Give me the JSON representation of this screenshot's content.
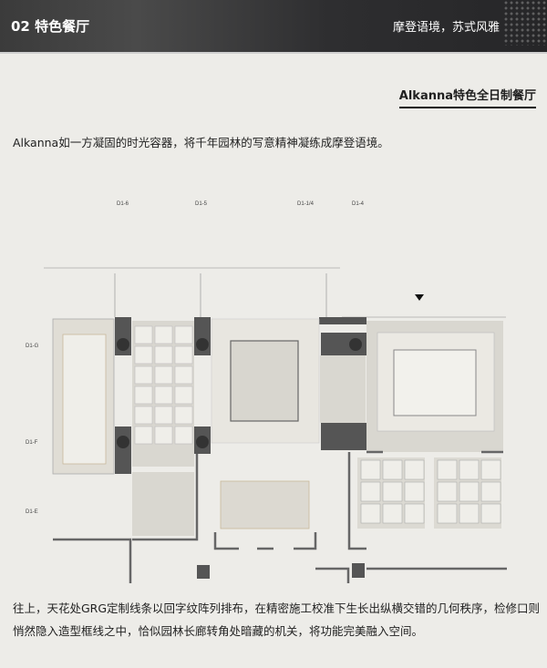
{
  "header": {
    "title": "02 特色餐厅",
    "subtitle": "摩登语境，苏式风雅"
  },
  "section": {
    "heading": "Alkanna特色全日制餐厅",
    "intro": "Alkanna如一方凝固的时光容器，将千年园林的写意精神凝练成摩登语境。"
  },
  "plan": {
    "column_labels": [
      "D1-6",
      "D1-5",
      "D1-1/4",
      "D1-4"
    ],
    "row_labels": [
      "D1-G",
      "D1-F",
      "D1-E"
    ]
  },
  "body": {
    "paragraph": "往上，天花处GRG定制线条以回字纹阵列排布，在精密施工校准下生长出纵横交错的几何秩序，检修口则悄然隐入造型框线之中，恰似园林长廊转角处暗藏的机关，将功能完美融入空间。"
  }
}
